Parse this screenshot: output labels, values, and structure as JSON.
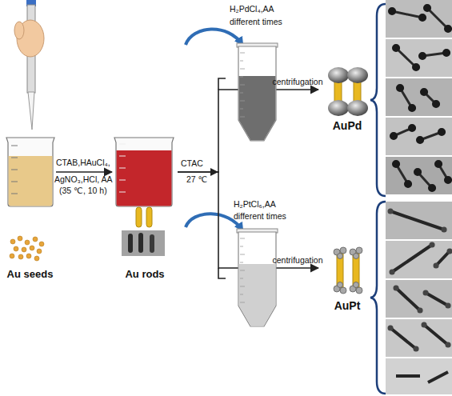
{
  "diagram": {
    "nodes": [
      {
        "text": [
          "Au seeds"
        ]
      },
      {
        "text": [
          "Au rods"
        ]
      },
      {
        "text": [
          "AuPd"
        ]
      },
      {
        "text": [
          "AuPt"
        ]
      }
    ],
    "edges": [
      {
        "from": 0,
        "to": 1,
        "arrow": "to"
      },
      {
        "from": 1,
        "to": 2,
        "label": "centrifugation",
        "arrow": "to"
      },
      {
        "from": 1,
        "to": 3,
        "label": "centrifugation",
        "arrow": "to"
      }
    ],
    "labels": [
      "CTAB,HAuCl₄,",
      "AgNO₃,HCl, AA",
      "(35 ℃, 10 h)",
      "CTAC",
      "27 ℃",
      "H₂PdCl₄,AA",
      "different times",
      "H₂PtCl₆,AA",
      "different times"
    ]
  }
}
